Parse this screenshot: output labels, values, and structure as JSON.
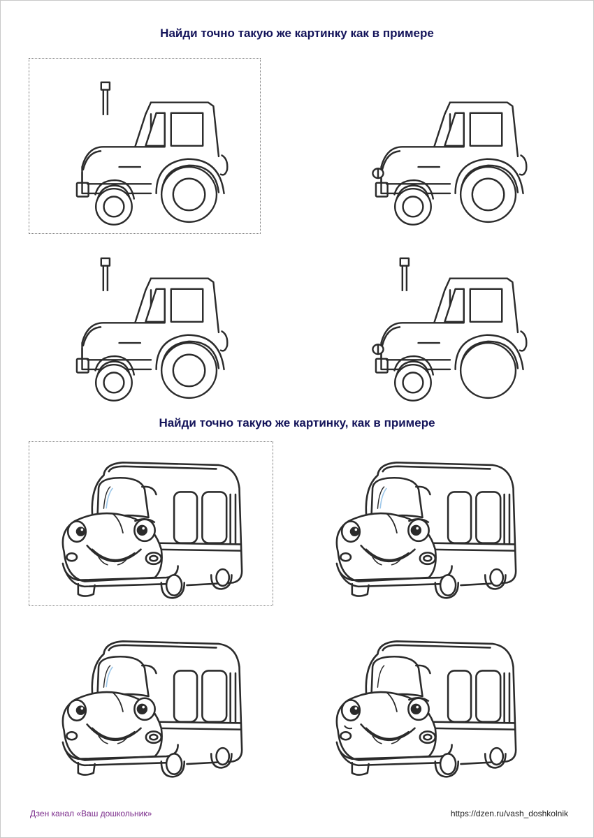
{
  "sections": [
    {
      "heading": "Найди точно такую же картинку как в примере",
      "subject": "tractor"
    },
    {
      "heading": "Найди точно такую же картинку, как в примере",
      "subject": "bus"
    }
  ],
  "footer": {
    "left": "Дзен канал «Ваш дошкольник»",
    "right": "https://dzen.ru/vash_doshkolnik"
  },
  "colors": {
    "heading": "#14145a",
    "footer_left": "#7a2a8a",
    "line": "#2b2b2b"
  }
}
